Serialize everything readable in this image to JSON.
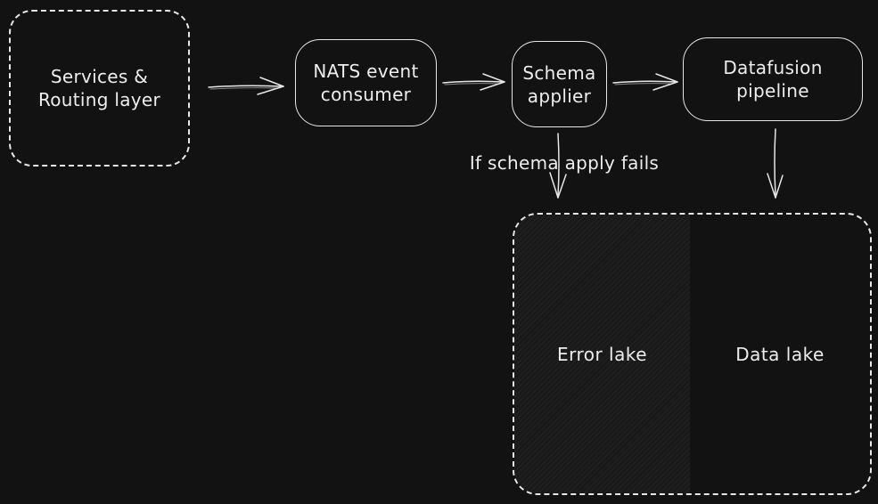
{
  "colors": {
    "canvas-bg": "#121212",
    "stroke": "#e7e7e7",
    "text": "#ededed",
    "hatch-bg": "#191919",
    "hatch-line": "#232323"
  },
  "nodes": {
    "services_routing": {
      "label": "Services & Routing layer"
    },
    "nats_consumer": {
      "label": "NATS event consumer"
    },
    "schema_applier": {
      "label": "Schema applier"
    },
    "datafusion_pipeline": {
      "label": "Datafusion pipeline"
    },
    "error_lake": {
      "label": "Error lake"
    },
    "data_lake": {
      "label": "Data lake"
    }
  },
  "edges": {
    "schema_fail": {
      "label": "If schema apply fails"
    }
  }
}
